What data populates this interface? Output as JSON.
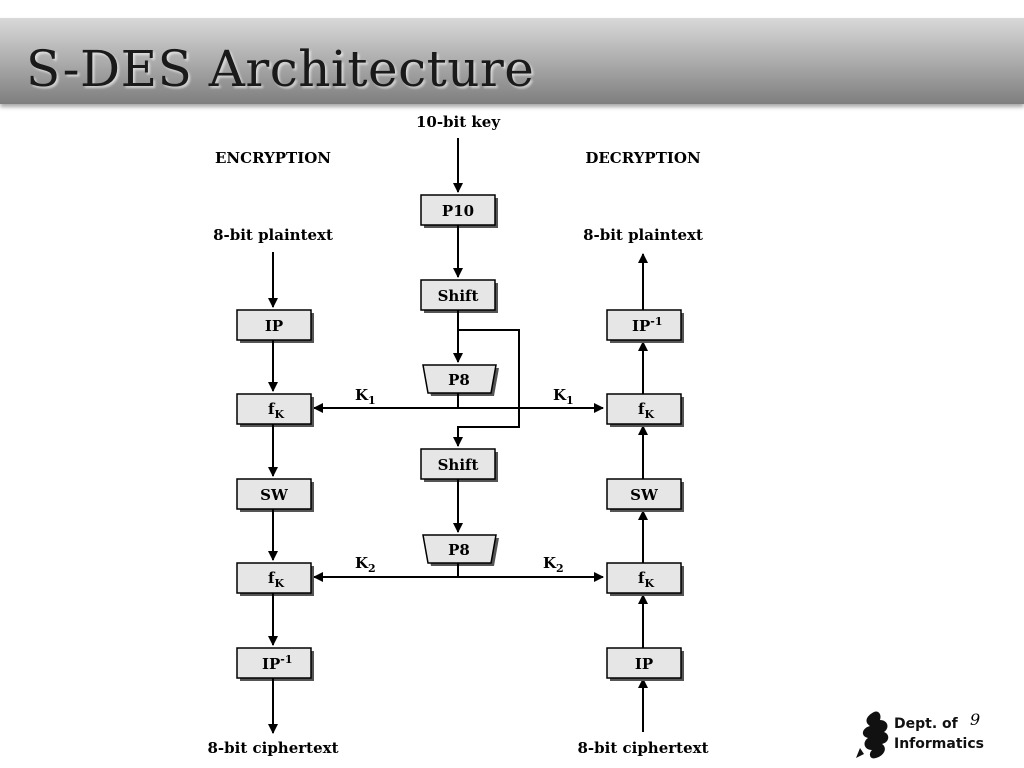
{
  "slide": {
    "title": "S-DES Architecture",
    "page_number": "9"
  },
  "footer": {
    "line1": "Dept. of",
    "line2": "Informatics"
  },
  "diagram": {
    "key_input": "10-bit key",
    "encryption_title": "ENCRYPTION",
    "decryption_title": "DECRYPTION",
    "enc_input": "8-bit plaintext",
    "enc_output": "8-bit ciphertext",
    "dec_output": "8-bit plaintext",
    "dec_input": "8-bit ciphertext",
    "key_boxes": {
      "p10": "P10",
      "shift1": "Shift",
      "p8_1": "P8",
      "shift2": "Shift",
      "p8_2": "P8"
    },
    "enc_boxes": {
      "ip": "IP",
      "fk1_main": "f",
      "fk1_sub": "K",
      "sw": "SW",
      "fk2_main": "f",
      "fk2_sub": "K",
      "ipinv_main": "IP",
      "ipinv_sup": "-1"
    },
    "dec_boxes": {
      "ipinv_main": "IP",
      "ipinv_sup": "-1",
      "fk1_main": "f",
      "fk1_sub": "K",
      "sw": "SW",
      "fk2_main": "f",
      "fk2_sub": "K",
      "ip": "IP"
    },
    "keys": {
      "k1_left_main": "K",
      "k1_left_sub": "1",
      "k1_right_main": "K",
      "k1_right_sub": "1",
      "k2_left_main": "K",
      "k2_left_sub": "2",
      "k2_right_main": "K",
      "k2_right_sub": "2"
    }
  }
}
